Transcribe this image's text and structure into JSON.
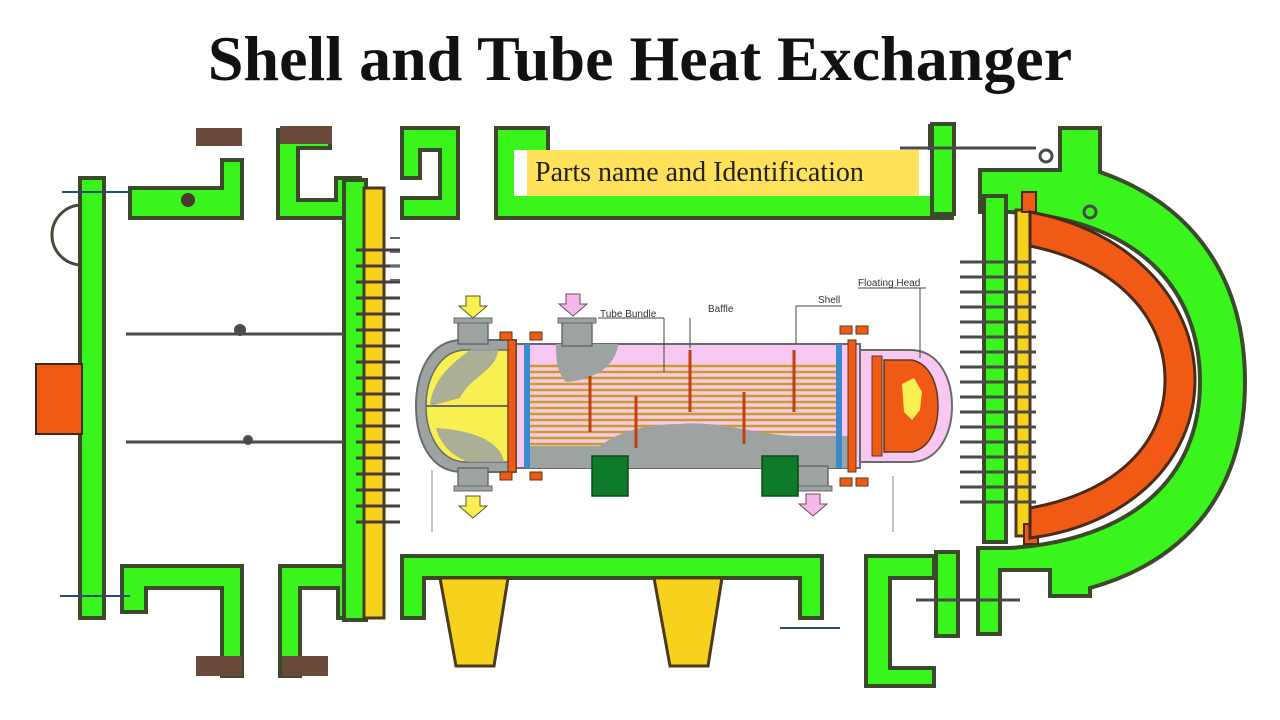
{
  "title": "Shell and Tube Heat Exchanger",
  "subtitle": "Parts name and Identification",
  "inset_labels": {
    "tube_bundle": "Tube Bundle",
    "baffle": "Baffle",
    "shell": "Shell",
    "floating_head": "Floating Head"
  },
  "colors": {
    "green": "#39f51c",
    "green_outline": "#3b4a2a",
    "yellow": "#f7d21c",
    "orange": "#f05a14",
    "inset_shell": "#f8c8f2",
    "inset_head": "#f8f050",
    "inset_gray": "#9ca3a1",
    "inset_support": "#0f7a2a"
  }
}
